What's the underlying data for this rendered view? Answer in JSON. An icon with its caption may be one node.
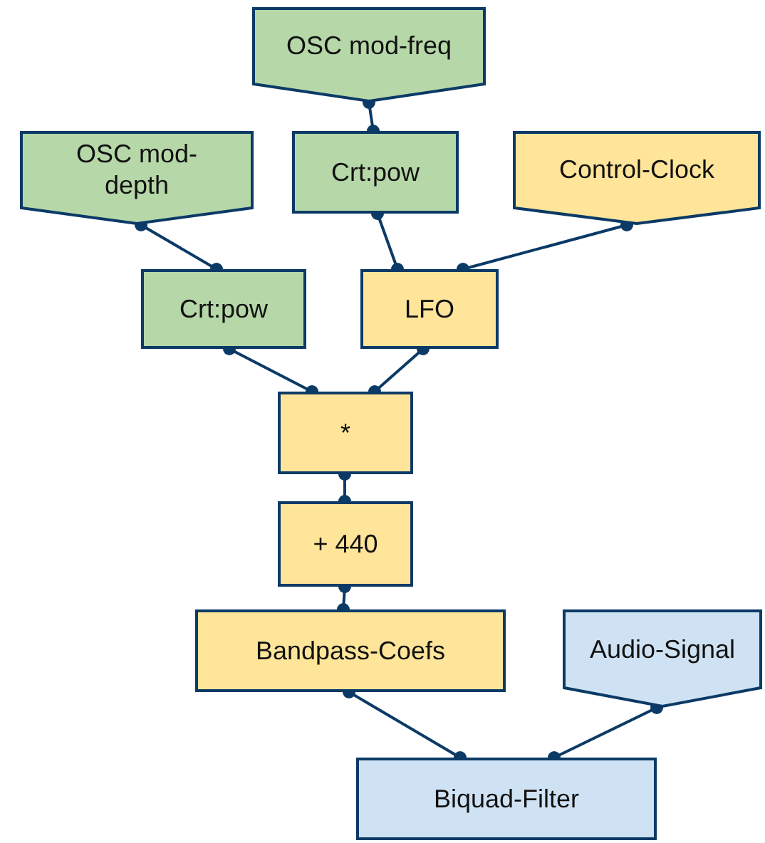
{
  "diagram": {
    "nodes": [
      {
        "text": [
          "OSC mod-freq"
        ]
      },
      {
        "text": [
          "OSC mod-depth"
        ]
      },
      {
        "text": [
          "Crt:pow"
        ]
      },
      {
        "text": [
          "Control-Clock"
        ]
      },
      {
        "text": [
          "Crt:pow"
        ]
      },
      {
        "text": [
          "LFO"
        ]
      },
      {
        "text": [
          "*"
        ]
      },
      {
        "text": [
          "+ 440"
        ]
      },
      {
        "text": [
          "Bandpass-Coefs"
        ]
      },
      {
        "text": [
          "Audio-Signal"
        ]
      },
      {
        "text": [
          "Biquad-Filter"
        ]
      }
    ],
    "edges": [
      {
        "from": 0,
        "to": 2,
        "arrow": "other"
      },
      {
        "from": 1,
        "to": 4,
        "arrow": "other"
      },
      {
        "from": 2,
        "to": 5,
        "arrow": "other"
      },
      {
        "from": 3,
        "to": 5,
        "arrow": "other"
      },
      {
        "from": 4,
        "to": 6,
        "arrow": "other"
      },
      {
        "from": 5,
        "to": 6,
        "arrow": "other"
      },
      {
        "from": 6,
        "to": 7,
        "arrow": "other"
      },
      {
        "from": 7,
        "to": 8,
        "arrow": "other"
      },
      {
        "from": 8,
        "to": 10,
        "arrow": "other"
      },
      {
        "from": 9,
        "to": 10,
        "arrow": "other"
      }
    ]
  }
}
